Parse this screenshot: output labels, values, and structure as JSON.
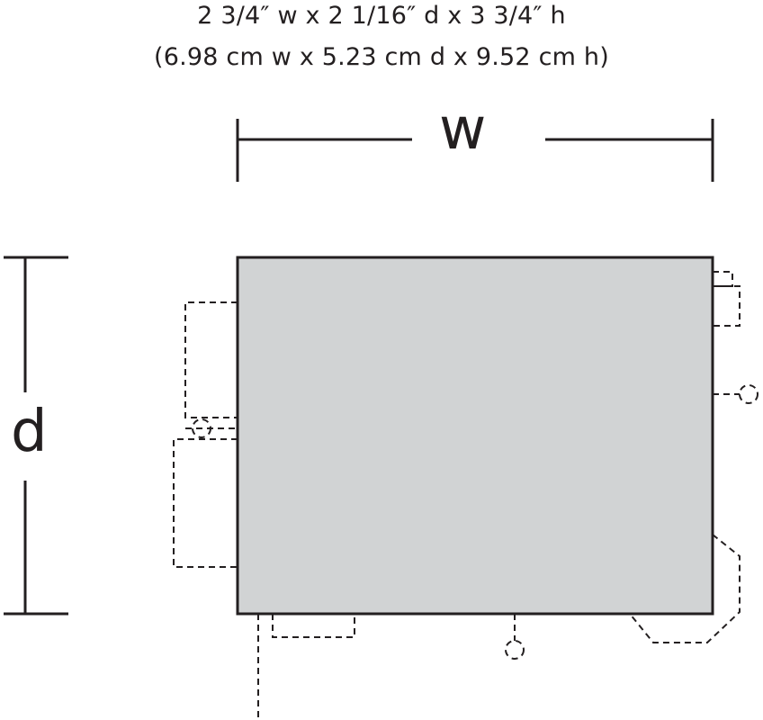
{
  "dimensions": {
    "imperial": "2 3/4″ w x 2 1/16″ d x 3 3/4″ h",
    "metric": "(6.98 cm w x 5.23 cm d x 9.52 cm h)"
  },
  "labels": {
    "width": "w",
    "depth": "d"
  },
  "colors": {
    "body_fill": "#d1d3d4",
    "stroke": "#231f20"
  }
}
